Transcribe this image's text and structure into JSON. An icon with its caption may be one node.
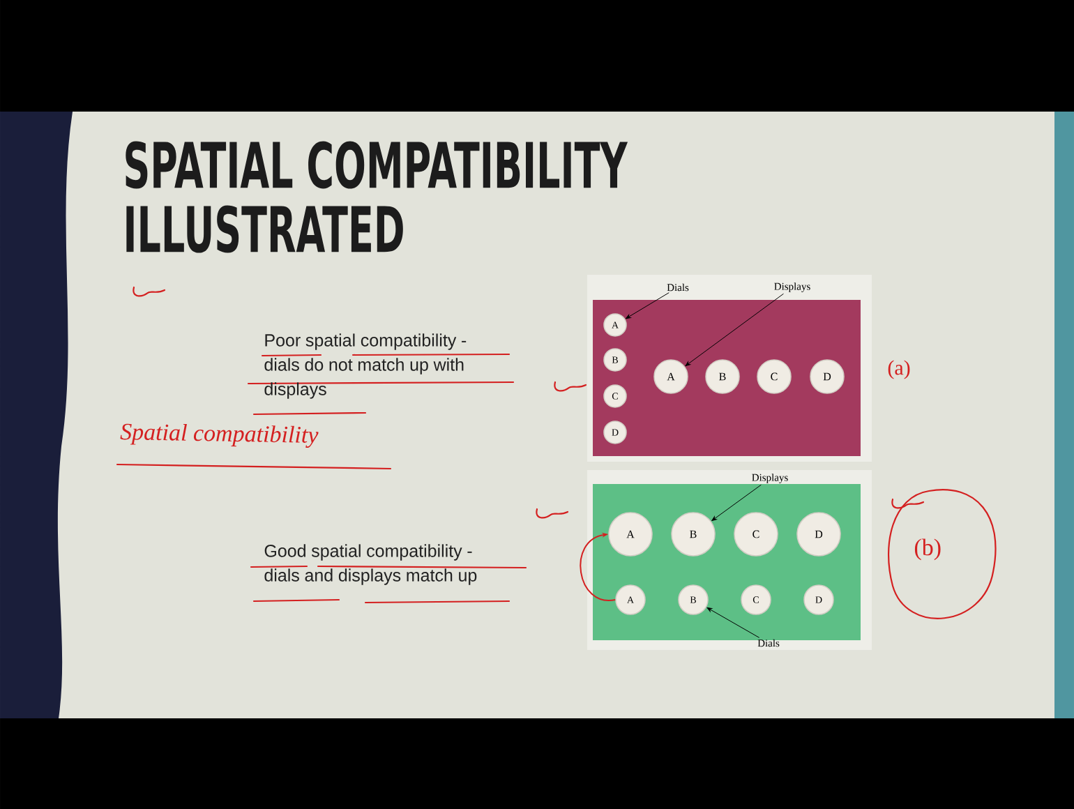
{
  "diagram": {
    "title": "SPATIAL COMPATIBILITY ILLUSTRATED",
    "nodes": [
      {
        "text": [],
        "shape": "box"
      },
      {
        "text": [
          "A"
        ],
        "in": 0
      },
      {
        "text": [
          "B"
        ],
        "in": 0
      },
      {
        "text": [
          "C"
        ],
        "in": 0
      },
      {
        "text": [
          "D"
        ],
        "in": 0
      },
      {
        "text": [
          "A"
        ],
        "in": 0
      },
      {
        "text": [
          "B"
        ],
        "in": 0
      },
      {
        "text": [
          "C"
        ],
        "in": 0
      },
      {
        "text": [
          "D"
        ],
        "in": 0
      },
      {
        "text": [
          "Dials"
        ],
        "in": 0
      },
      {
        "text": [
          "Displays"
        ],
        "in": 0
      },
      {
        "text": [],
        "shape": "box"
      },
      {
        "text": [
          "A"
        ],
        "in": 11
      },
      {
        "text": [
          "B"
        ],
        "in": 11
      },
      {
        "text": [
          "C"
        ],
        "in": 11
      },
      {
        "text": [
          "D"
        ],
        "in": 11
      },
      {
        "text": [
          "A"
        ],
        "in": 11
      },
      {
        "text": [
          "B"
        ],
        "in": 11
      },
      {
        "text": [
          "C"
        ],
        "in": 11
      },
      {
        "text": [
          "D"
        ],
        "in": 11
      },
      {
        "text": [
          "Displays"
        ],
        "in": 11
      },
      {
        "text": [
          "Dials"
        ],
        "in": 11
      }
    ],
    "edges": [
      {
        "from": 9,
        "to": 1,
        "arrow": "to"
      },
      {
        "from": 10,
        "to": 5,
        "arrow": "to"
      },
      {
        "from": 20,
        "to": 13,
        "arrow": "to"
      },
      {
        "from": 21,
        "to": 17,
        "arrow": "to"
      },
      {
        "from": 16,
        "to": 12,
        "arrow": "to",
        "color": "#d42020"
      }
    ],
    "labels": [
      "Poor spatial compatibility - dials do not match up with displays",
      "Spatial compatibility",
      "(a)",
      "Good spatial compatibility - dials and displays match up",
      "(b)"
    ]
  }
}
